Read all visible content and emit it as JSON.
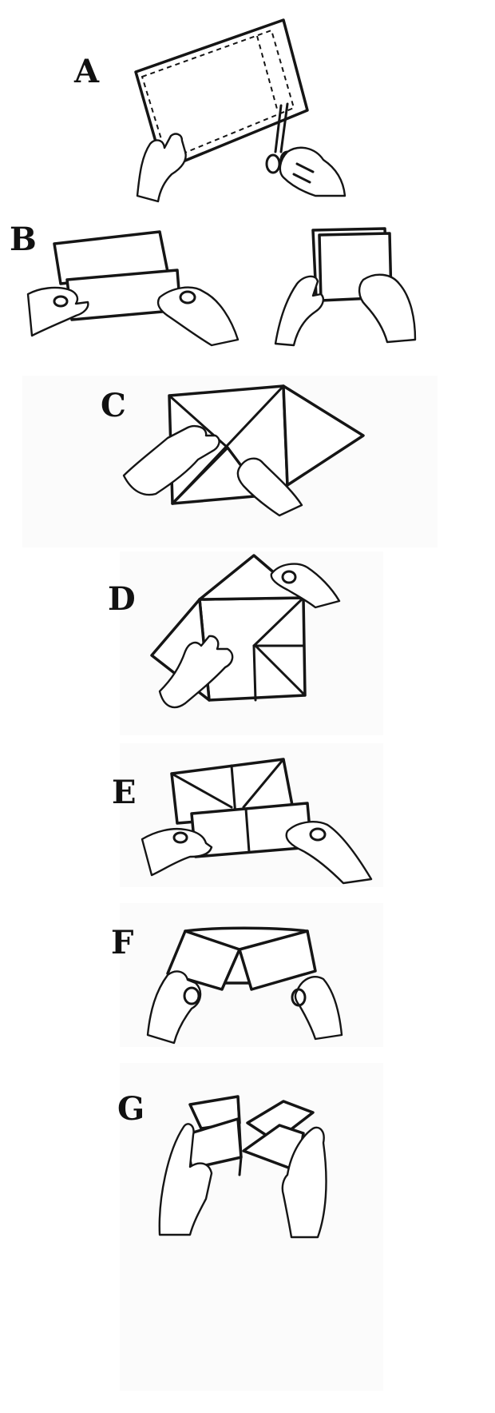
{
  "steps": [
    {
      "label": "A"
    },
    {
      "label": "B"
    },
    {
      "label": "C"
    },
    {
      "label": "D"
    },
    {
      "label": "E"
    },
    {
      "label": "F"
    },
    {
      "label": "G"
    }
  ]
}
